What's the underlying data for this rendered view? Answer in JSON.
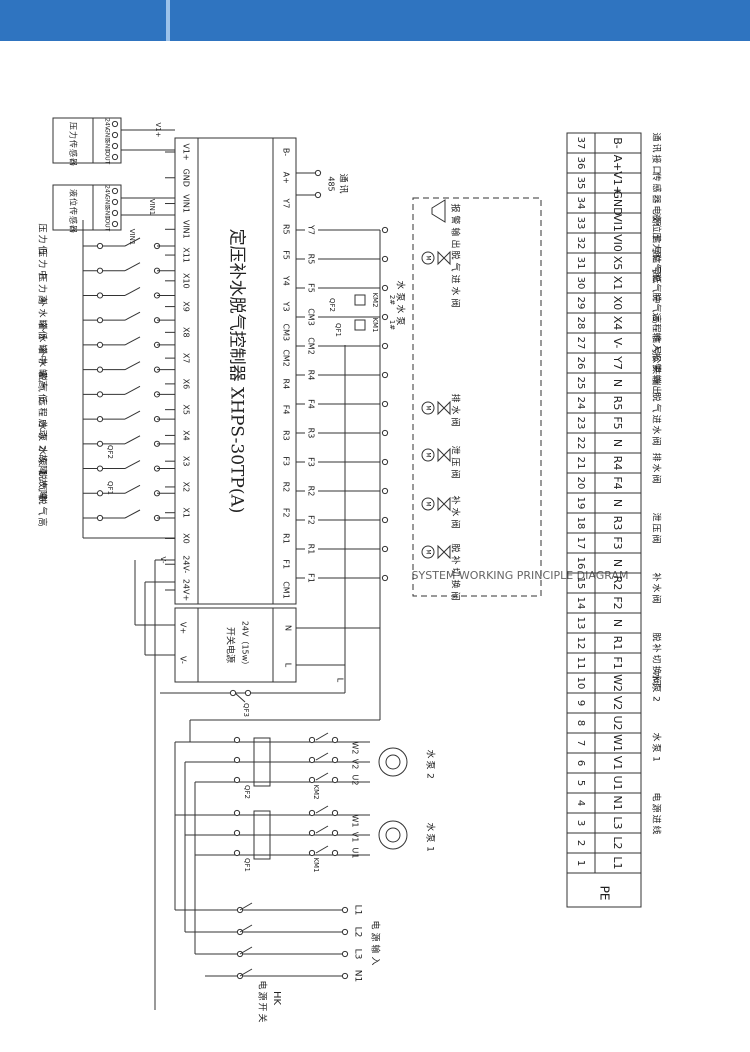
{
  "header": {
    "accent": "#2f74c0",
    "stripe": "#9cc2ea"
  },
  "controller": {
    "title": "定压补水脱气控制器 XHPS-30TP(A)",
    "left_pins": [
      "24V+",
      "24V-",
      "X0",
      "X1",
      "X2",
      "X3",
      "X4",
      "X5",
      "X6",
      "X7",
      "X8",
      "X9",
      "X10",
      "X11",
      "VIN1",
      "VIN1",
      "GND",
      "V1+"
    ],
    "right_pins": [
      "CM1",
      "F1",
      "R1",
      "F2",
      "R2",
      "F3",
      "R3",
      "F4",
      "R4",
      "CM2",
      "CM3",
      "Y3",
      "Y4",
      "F5",
      "R5",
      "Y7",
      "A+",
      "B-"
    ],
    "inner_pins": [
      "F1",
      "R1",
      "F2",
      "R2",
      "F3",
      "R3",
      "F4",
      "R4",
      "CM2",
      "CM3",
      "F5",
      "R5",
      "Y7"
    ]
  },
  "left_sensors": [
    {
      "id": "X0",
      "label": "脱气高"
    },
    {
      "id": "X1",
      "label": "脱气中"
    },
    {
      "id": "X2",
      "label": "水泵1故障"
    },
    {
      "id": "X3",
      "label": "水泵2故障"
    },
    {
      "id": "X4",
      "label": "远程启动"
    },
    {
      "id": "X5",
      "label": "脱气低"
    },
    {
      "id": "X6",
      "label": "补水罐高"
    },
    {
      "id": "X7",
      "label": "补水罐中"
    },
    {
      "id": "X8",
      "label": "补水罐低"
    },
    {
      "id": "X9",
      "label": "压力高"
    },
    {
      "id": "X10",
      "label": "压力中"
    },
    {
      "id": "X11",
      "label": "压力低"
    }
  ],
  "qf_labels": {
    "qf1": "QF1",
    "qf2": "QF2",
    "qf3": "QF3",
    "km1": "KM1",
    "km2": "KM2",
    "vin": "VIN1",
    "vplus": "V1+",
    "vminus": "V-"
  },
  "transmitters": [
    {
      "label": "压力传感器",
      "pins": [
        "24V",
        "GND",
        "GND",
        "IOUT"
      ]
    },
    {
      "label": "液位传感器",
      "pins": [
        "24V",
        "GND",
        "GND",
        "IOUT"
      ]
    }
  ],
  "comms": {
    "label": "通讯",
    "port": "485"
  },
  "outputs": [
    {
      "label": "报警输出"
    },
    {
      "label": "脱气进水阀"
    },
    {
      "label": "水泵水泵"
    },
    {
      "label": "排水阀"
    },
    {
      "label": "泄压阀"
    },
    {
      "label": "补水阀"
    },
    {
      "label": "脱补切换阀"
    }
  ],
  "relay": {
    "km1": "KM1",
    "km2": "KM2",
    "m1": "1#",
    "m2": "2#",
    "pump": "水泵水泵"
  },
  "psu": {
    "title": "开关电源",
    "spec": "24V（15w）",
    "vplus": "V+",
    "vminus": "V-",
    "n": "N",
    "l": "L"
  },
  "pumps": [
    {
      "name": "水泵2",
      "qf": "QF2",
      "km": "KM2",
      "terms": [
        "U2",
        "V2",
        "W2"
      ]
    },
    {
      "name": "水泵1",
      "qf": "QF1",
      "km": "KM1",
      "terms": [
        "U1",
        "V1",
        "W1"
      ]
    }
  ],
  "mains": {
    "terms": [
      "L1",
      "L2",
      "L3",
      "N1"
    ],
    "label": "电源输入",
    "switch": "电源开关",
    "hk": "HK"
  },
  "watermark": "SYSTEM WORKING PRINCIPLE DIAGRAM",
  "terminal_strip": [
    {
      "num": "37",
      "sig": "B-",
      "group": "通讯接口"
    },
    {
      "num": "36",
      "sig": "A+",
      "group": ""
    },
    {
      "num": "35",
      "sig": "V1+",
      "group": "传感器电源"
    },
    {
      "num": "34",
      "sig": "GND",
      "group": ""
    },
    {
      "num": "33",
      "sig": "VI1",
      "group": "液位信号"
    },
    {
      "num": "32",
      "sig": "VI0",
      "group": "压力信号"
    },
    {
      "num": "31",
      "sig": "X5",
      "group": "脱气低"
    },
    {
      "num": "30",
      "sig": "X1",
      "group": "脱气中"
    },
    {
      "num": "29",
      "sig": "X0",
      "group": "脱气高"
    },
    {
      "num": "28",
      "sig": "X4",
      "group": "远程信号"
    },
    {
      "num": "27",
      "sig": "V-",
      "group": "输入公共端"
    },
    {
      "num": "26",
      "sig": "Y7",
      "group": "报警输出"
    },
    {
      "num": "25",
      "sig": "N",
      "group": ""
    },
    {
      "num": "24",
      "sig": "R5",
      "group": "脱气进水阀"
    },
    {
      "num": "23",
      "sig": "F5",
      "group": ""
    },
    {
      "num": "22",
      "sig": "N",
      "group": ""
    },
    {
      "num": "21",
      "sig": "R4",
      "group": "排水阀"
    },
    {
      "num": "20",
      "sig": "F4",
      "group": ""
    },
    {
      "num": "19",
      "sig": "N",
      "group": ""
    },
    {
      "num": "18",
      "sig": "R3",
      "group": "泄压阀"
    },
    {
      "num": "17",
      "sig": "F3",
      "group": ""
    },
    {
      "num": "16",
      "sig": "N",
      "group": ""
    },
    {
      "num": "15",
      "sig": "R2",
      "group": "补水阀"
    },
    {
      "num": "14",
      "sig": "F2",
      "group": ""
    },
    {
      "num": "13",
      "sig": "N",
      "group": ""
    },
    {
      "num": "12",
      "sig": "R1",
      "group": "脱补切换阀"
    },
    {
      "num": "11",
      "sig": "F1",
      "group": ""
    },
    {
      "num": "10",
      "sig": "W2",
      "group": "水泵2"
    },
    {
      "num": "9",
      "sig": "V2",
      "group": ""
    },
    {
      "num": "8",
      "sig": "U2",
      "group": ""
    },
    {
      "num": "7",
      "sig": "W1",
      "group": "水泵1"
    },
    {
      "num": "6",
      "sig": "V1",
      "group": ""
    },
    {
      "num": "5",
      "sig": "U1",
      "group": ""
    },
    {
      "num": "4",
      "sig": "N1",
      "group": "电源进线"
    },
    {
      "num": "3",
      "sig": "L3",
      "group": ""
    },
    {
      "num": "2",
      "sig": "L2",
      "group": ""
    },
    {
      "num": "1",
      "sig": "L1",
      "group": ""
    }
  ],
  "pe": "PE"
}
